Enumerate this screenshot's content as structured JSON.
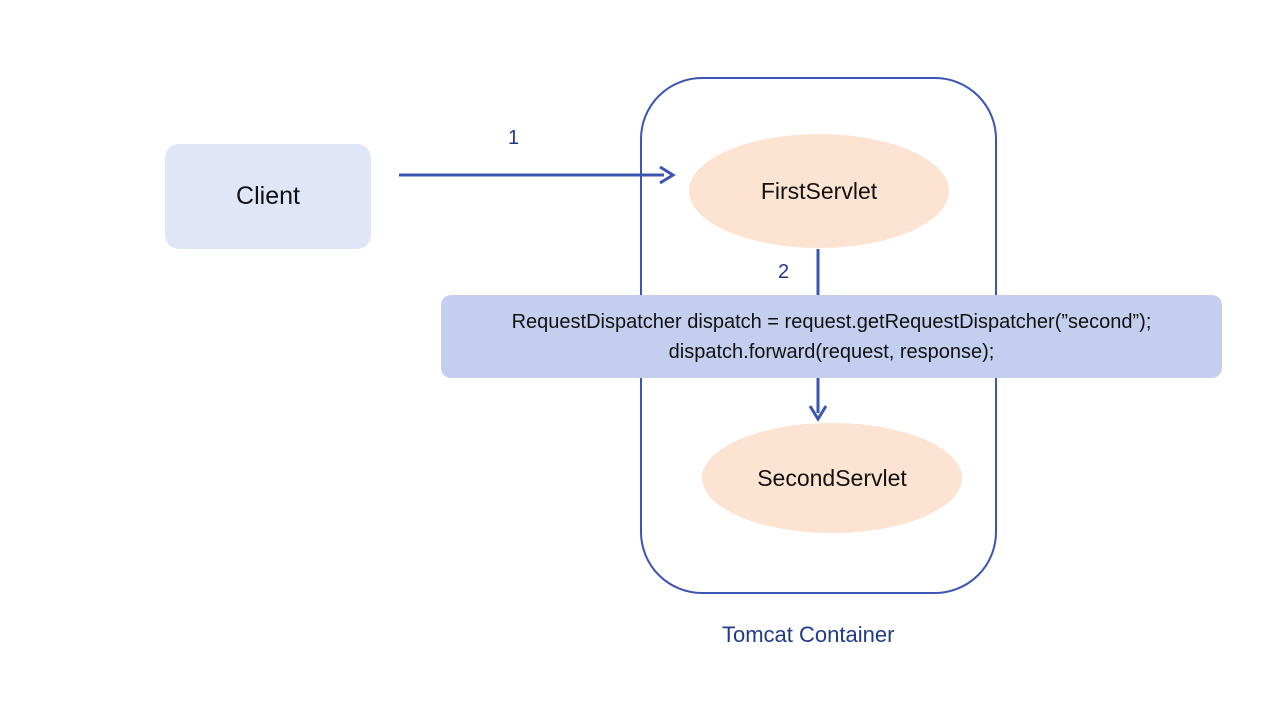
{
  "client": {
    "label": "Client"
  },
  "servlets": {
    "first": "FirstServlet",
    "second": "SecondServlet"
  },
  "steps": {
    "request": "1",
    "forward": "2"
  },
  "code": {
    "line1": "RequestDispatcher dispatch = request.getRequestDispatcher(”second”);",
    "line2": "dispatch.forward(request, response);"
  },
  "container": {
    "label": "Tomcat Container"
  },
  "colors": {
    "arrow": "#3a55b4",
    "client_fill": "#dfe6f7",
    "servlet_fill": "#fde3d1",
    "code_fill": "#c4cfef",
    "label_text": "#1f3a8a"
  },
  "icons": {
    "request_arrow": "arrow-right-icon",
    "forward_arrow": "arrow-down-icon"
  }
}
